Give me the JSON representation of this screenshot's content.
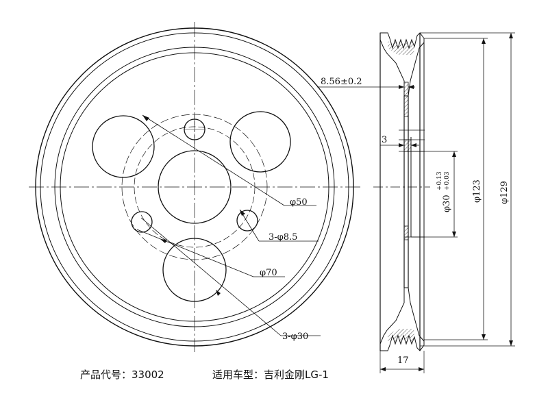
{
  "front_view": {
    "labels": {
      "d50": "φ50",
      "holes_small": "3-φ8.5",
      "d70": "φ70",
      "holes_large": "3-φ30"
    }
  },
  "side_view": {
    "labels": {
      "offset": "8.56±0.2",
      "wall": "3",
      "bore": "φ30",
      "bore_tol_upper": "+0.13",
      "bore_tol_lower": "+0.03",
      "d123": "φ123",
      "d129": "φ129",
      "width": "17"
    }
  },
  "caption": {
    "product_code": "产品代号：33002",
    "vehicle_model": "适用车型：吉利金刚LG-1"
  }
}
